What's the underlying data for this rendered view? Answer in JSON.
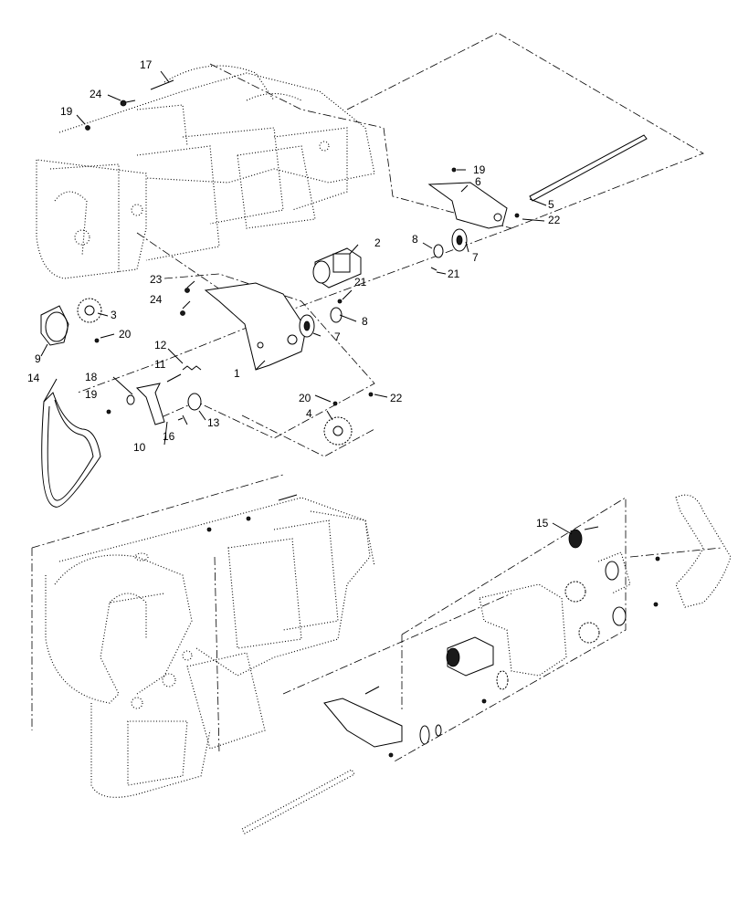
{
  "callouts": {
    "c1": "1",
    "c2": "2",
    "c3": "3",
    "c4": "4",
    "c5": "5",
    "c6": "6",
    "c7a": "7",
    "c7b": "7",
    "c8a": "8",
    "c8b": "8",
    "c9": "9",
    "c10": "10",
    "c11": "11",
    "c12": "12",
    "c13": "13",
    "c14": "14",
    "c15": "15",
    "c16": "16",
    "c17": "17",
    "c18": "18",
    "c19a": "19",
    "c19b": "19",
    "c19c": "19",
    "c20a": "20",
    "c20b": "20",
    "c21a": "21",
    "c21b": "21",
    "c22a": "22",
    "c22b": "22",
    "c23": "23",
    "c24a": "24",
    "c24b": "24"
  }
}
